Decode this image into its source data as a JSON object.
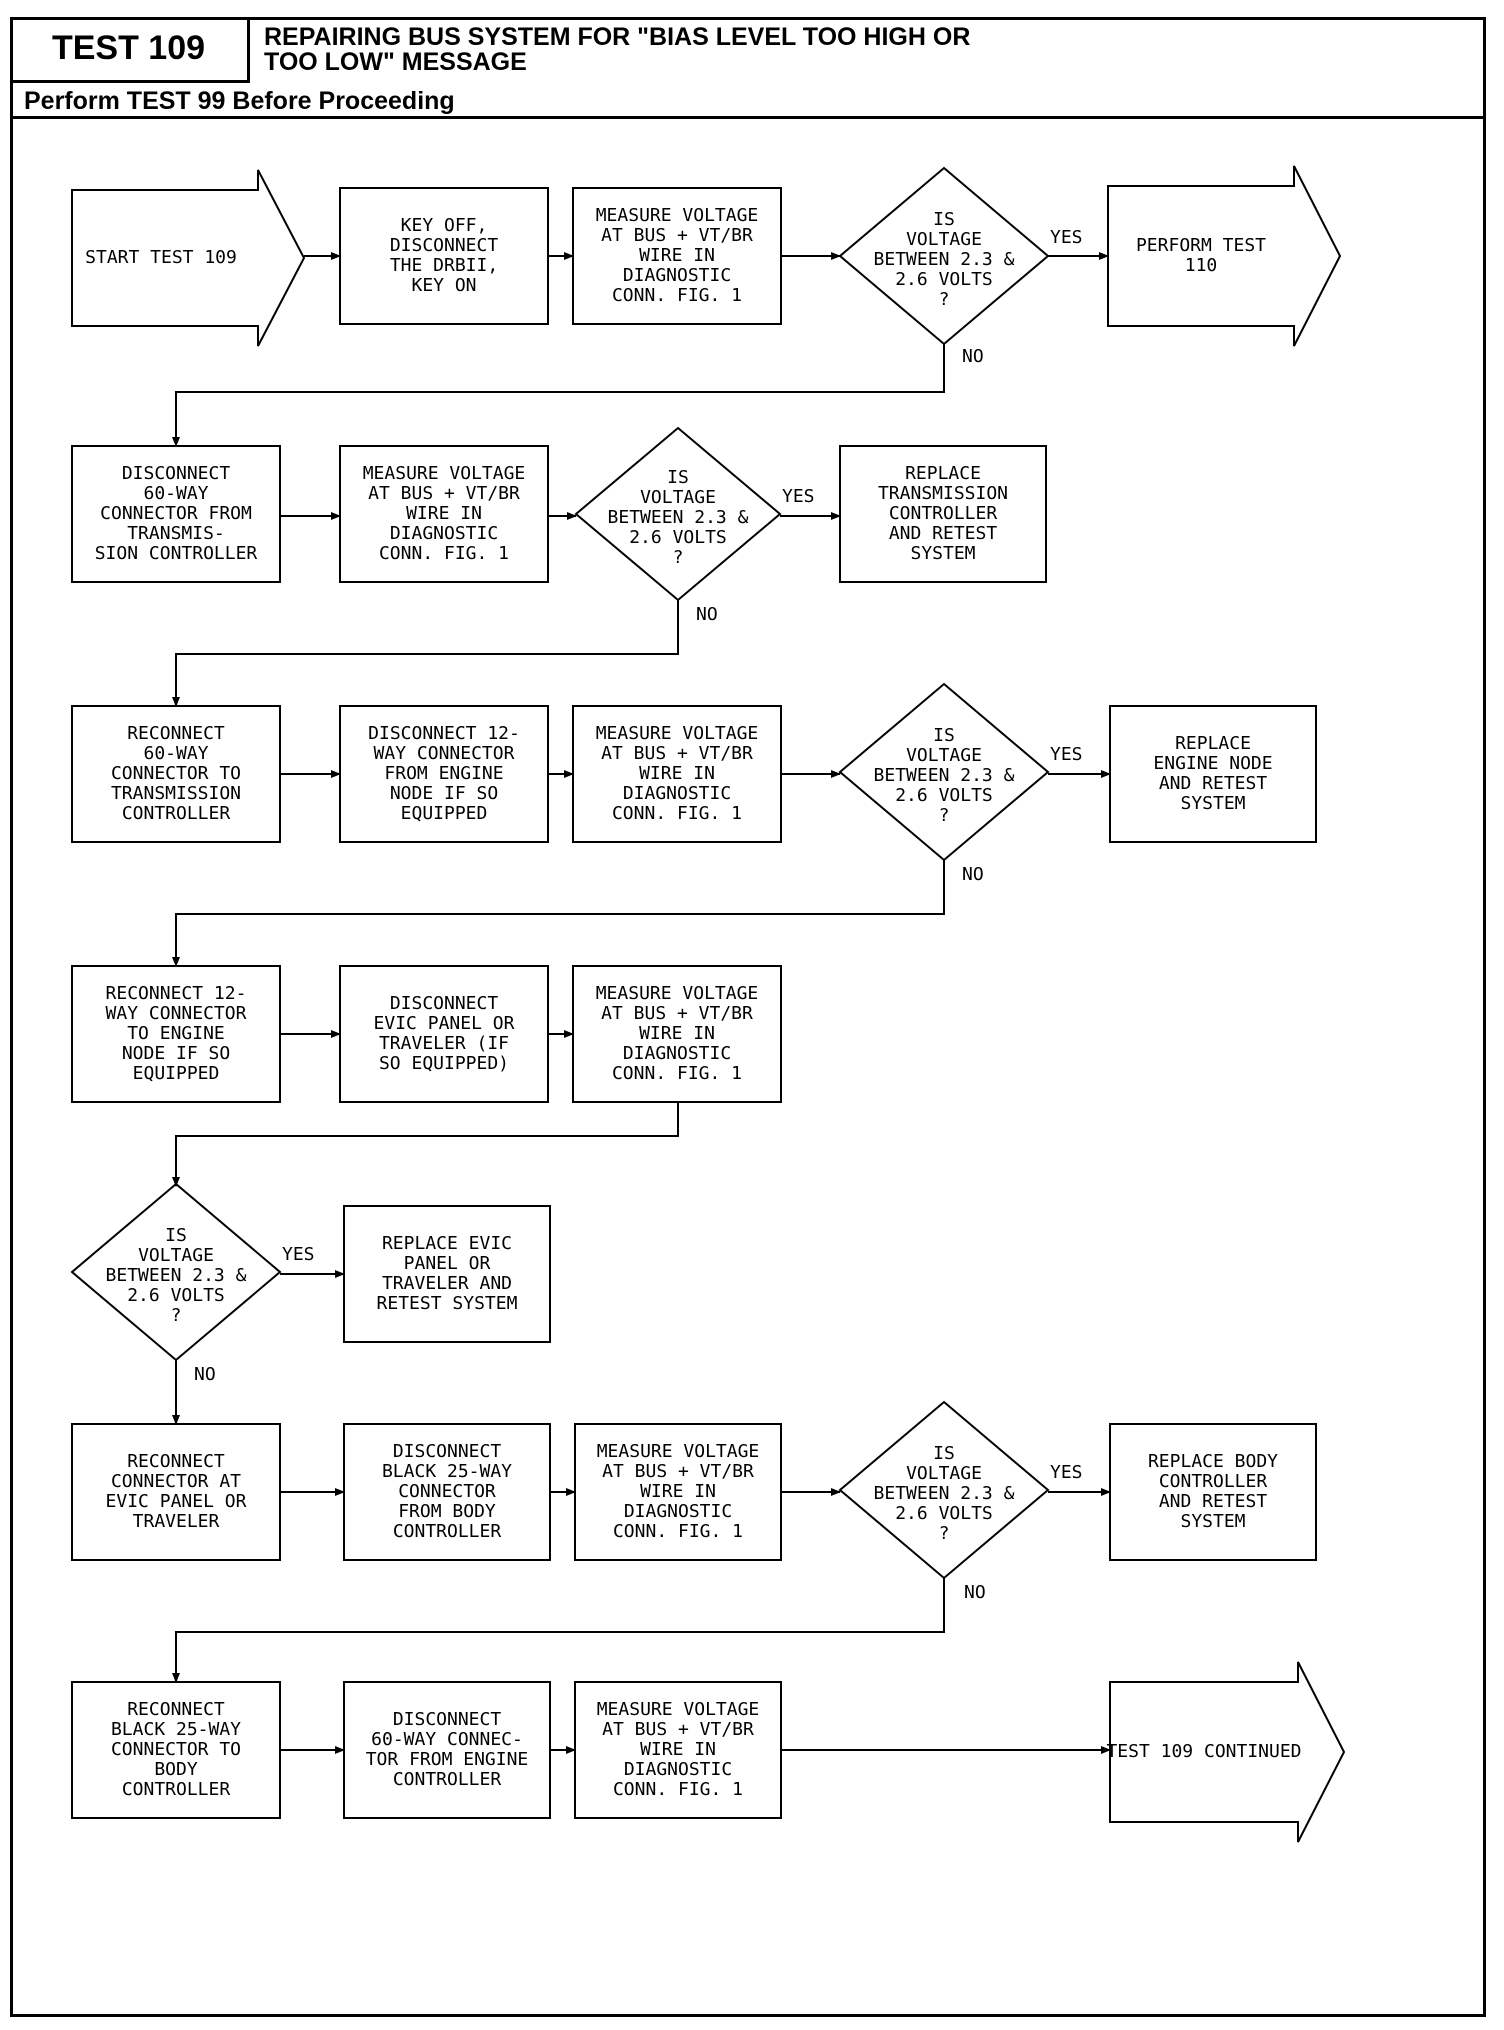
{
  "header": {
    "test_label": "TEST 109",
    "title_line1": "REPAIRING BUS SYSTEM FOR \"BIAS LEVEL TOO HIGH OR",
    "title_line2": "TOO LOW\" MESSAGE",
    "subtitle": "Perform TEST 99 Before Proceeding"
  },
  "flow": {
    "yes": "YES",
    "no": "NO",
    "rows": [
      {
        "start": [
          "START TEST 109"
        ],
        "step1": [
          "KEY OFF,",
          "DISCONNECT",
          "THE DRBII,",
          "KEY ON"
        ],
        "step2": [
          "MEASURE VOLTAGE",
          "AT BUS + VT/BR",
          "WIRE IN",
          "DIAGNOSTIC",
          "CONN. FIG. 1"
        ],
        "decision": [
          "IS",
          "VOLTAGE",
          "BETWEEN 2.3 &",
          "2.6 VOLTS",
          "?"
        ],
        "yes_result": [
          "PERFORM TEST",
          "110"
        ]
      },
      {
        "step1": [
          "DISCONNECT",
          "60-WAY",
          "CONNECTOR FROM",
          "TRANSMIS-",
          "SION CONTROLLER"
        ],
        "step2": [
          "MEASURE VOLTAGE",
          "AT BUS + VT/BR",
          "WIRE IN",
          "DIAGNOSTIC",
          "CONN. FIG. 1"
        ],
        "decision": [
          "IS",
          "VOLTAGE",
          "BETWEEN 2.3 &",
          "2.6 VOLTS",
          "?"
        ],
        "yes_result": [
          "REPLACE",
          "TRANSMISSION",
          "CONTROLLER",
          "AND RETEST",
          "SYSTEM"
        ]
      },
      {
        "step1": [
          "RECONNECT",
          "60-WAY",
          "CONNECTOR TO",
          "TRANSMISSION",
          "CONTROLLER"
        ],
        "step2": [
          "DISCONNECT 12-",
          "WAY CONNECTOR",
          "FROM ENGINE",
          "NODE IF SO",
          "EQUIPPED"
        ],
        "step3": [
          "MEASURE VOLTAGE",
          "AT BUS + VT/BR",
          "WIRE IN",
          "DIAGNOSTIC",
          "CONN. FIG. 1"
        ],
        "decision": [
          "IS",
          "VOLTAGE",
          "BETWEEN 2.3 &",
          "2.6 VOLTS",
          "?"
        ],
        "yes_result": [
          "REPLACE",
          "ENGINE NODE",
          "AND RETEST",
          "SYSTEM"
        ]
      },
      {
        "step1": [
          "RECONNECT 12-",
          "WAY CONNECTOR",
          "TO ENGINE",
          "NODE IF SO",
          "EQUIPPED"
        ],
        "step2": [
          "DISCONNECT",
          "EVIC PANEL OR",
          "TRAVELER (IF",
          "SO EQUIPPED)"
        ],
        "step3": [
          "MEASURE VOLTAGE",
          "AT BUS + VT/BR",
          "WIRE IN",
          "DIAGNOSTIC",
          "CONN. FIG. 1"
        ]
      },
      {
        "decision": [
          "IS",
          "VOLTAGE",
          "BETWEEN 2.3 &",
          "2.6 VOLTS",
          "?"
        ],
        "yes_result": [
          "REPLACE EVIC",
          "PANEL OR",
          "TRAVELER AND",
          "RETEST SYSTEM"
        ]
      },
      {
        "step1": [
          "RECONNECT",
          "CONNECTOR AT",
          "EVIC PANEL OR",
          "TRAVELER"
        ],
        "step2": [
          "DISCONNECT",
          "BLACK 25-WAY",
          "CONNECTOR",
          "FROM BODY",
          "CONTROLLER"
        ],
        "step3": [
          "MEASURE VOLTAGE",
          "AT BUS + VT/BR",
          "WIRE IN",
          "DIAGNOSTIC",
          "CONN. FIG. 1"
        ],
        "decision": [
          "IS",
          "VOLTAGE",
          "BETWEEN 2.3 &",
          "2.6 VOLTS",
          "?"
        ],
        "yes_result": [
          "REPLACE BODY",
          "CONTROLLER",
          "AND RETEST",
          "SYSTEM"
        ]
      },
      {
        "step1": [
          "RECONNECT",
          "BLACK 25-WAY",
          "CONNECTOR TO",
          "BODY",
          "CONTROLLER"
        ],
        "step2": [
          "DISCONNECT",
          "60-WAY CONNEC-",
          "TOR FROM ENGINE",
          "CONTROLLER"
        ],
        "step3": [
          "MEASURE VOLTAGE",
          "AT BUS + VT/BR",
          "WIRE IN",
          "DIAGNOSTIC",
          "CONN. FIG. 1"
        ],
        "end": [
          "TEST 109 CONTINUED"
        ]
      }
    ]
  }
}
